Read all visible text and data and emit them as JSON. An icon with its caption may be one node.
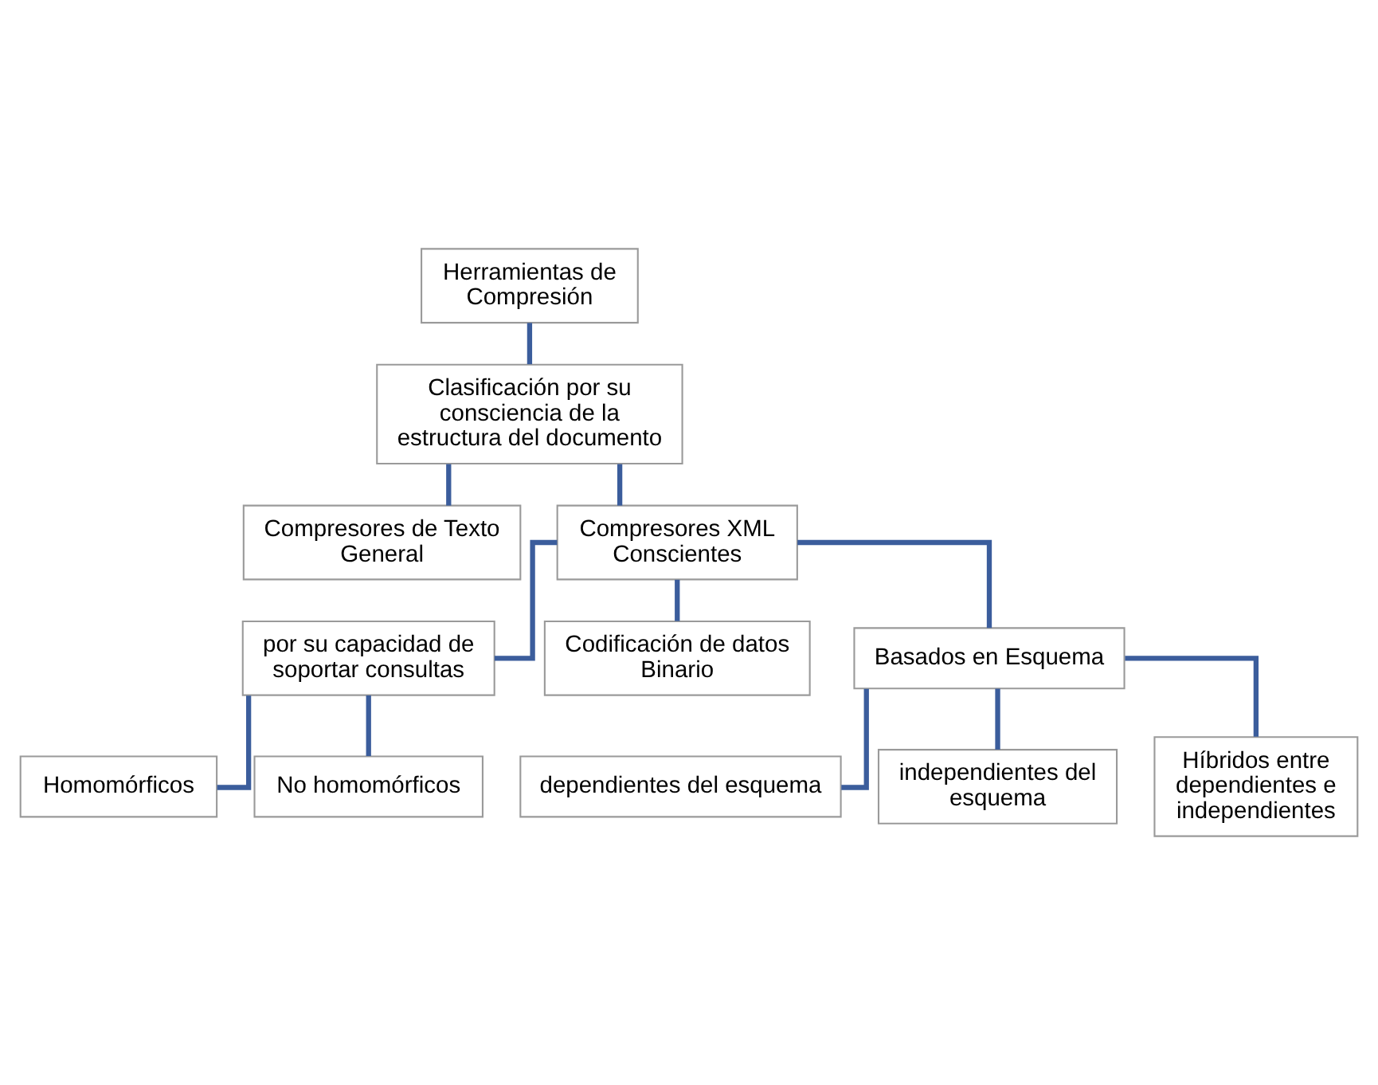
{
  "diagram": {
    "nodes": [
      {
        "text": [
          "Herramientas de Compresión"
        ]
      },
      {
        "text": [
          "Clasificación por su consciencia de la estructura del documento"
        ]
      },
      {
        "text": [
          "Compresores de Texto General"
        ]
      },
      {
        "text": [
          "Compresores XML Conscientes"
        ]
      },
      {
        "text": [
          "por su capacidad de soportar consultas"
        ]
      },
      {
        "text": [
          "Codificación de datos Binario"
        ]
      },
      {
        "text": [
          "Basados en Esquema"
        ]
      },
      {
        "text": [
          "Homomórficos"
        ]
      },
      {
        "text": [
          "No homomórficos"
        ]
      },
      {
        "text": [
          "dependientes del esquema"
        ]
      },
      {
        "text": [
          "independientes del esquema"
        ]
      },
      {
        "text": [
          "Híbridos entre dependientes e independientes"
        ]
      }
    ],
    "edges": [
      {
        "from": 0,
        "to": 1,
        "arrow": "none"
      },
      {
        "from": 1,
        "to": 2,
        "arrow": "none"
      },
      {
        "from": 1,
        "to": 3,
        "arrow": "none"
      },
      {
        "from": 3,
        "to": 4,
        "arrow": "none"
      },
      {
        "from": 3,
        "to": 5,
        "arrow": "none"
      },
      {
        "from": 3,
        "to": 6,
        "arrow": "none"
      },
      {
        "from": 4,
        "to": 7,
        "arrow": "none"
      },
      {
        "from": 4,
        "to": 8,
        "arrow": "none"
      },
      {
        "from": 6,
        "to": 9,
        "arrow": "none"
      },
      {
        "from": 6,
        "to": 10,
        "arrow": "none"
      },
      {
        "from": 6,
        "to": 11,
        "arrow": "none"
      }
    ]
  }
}
